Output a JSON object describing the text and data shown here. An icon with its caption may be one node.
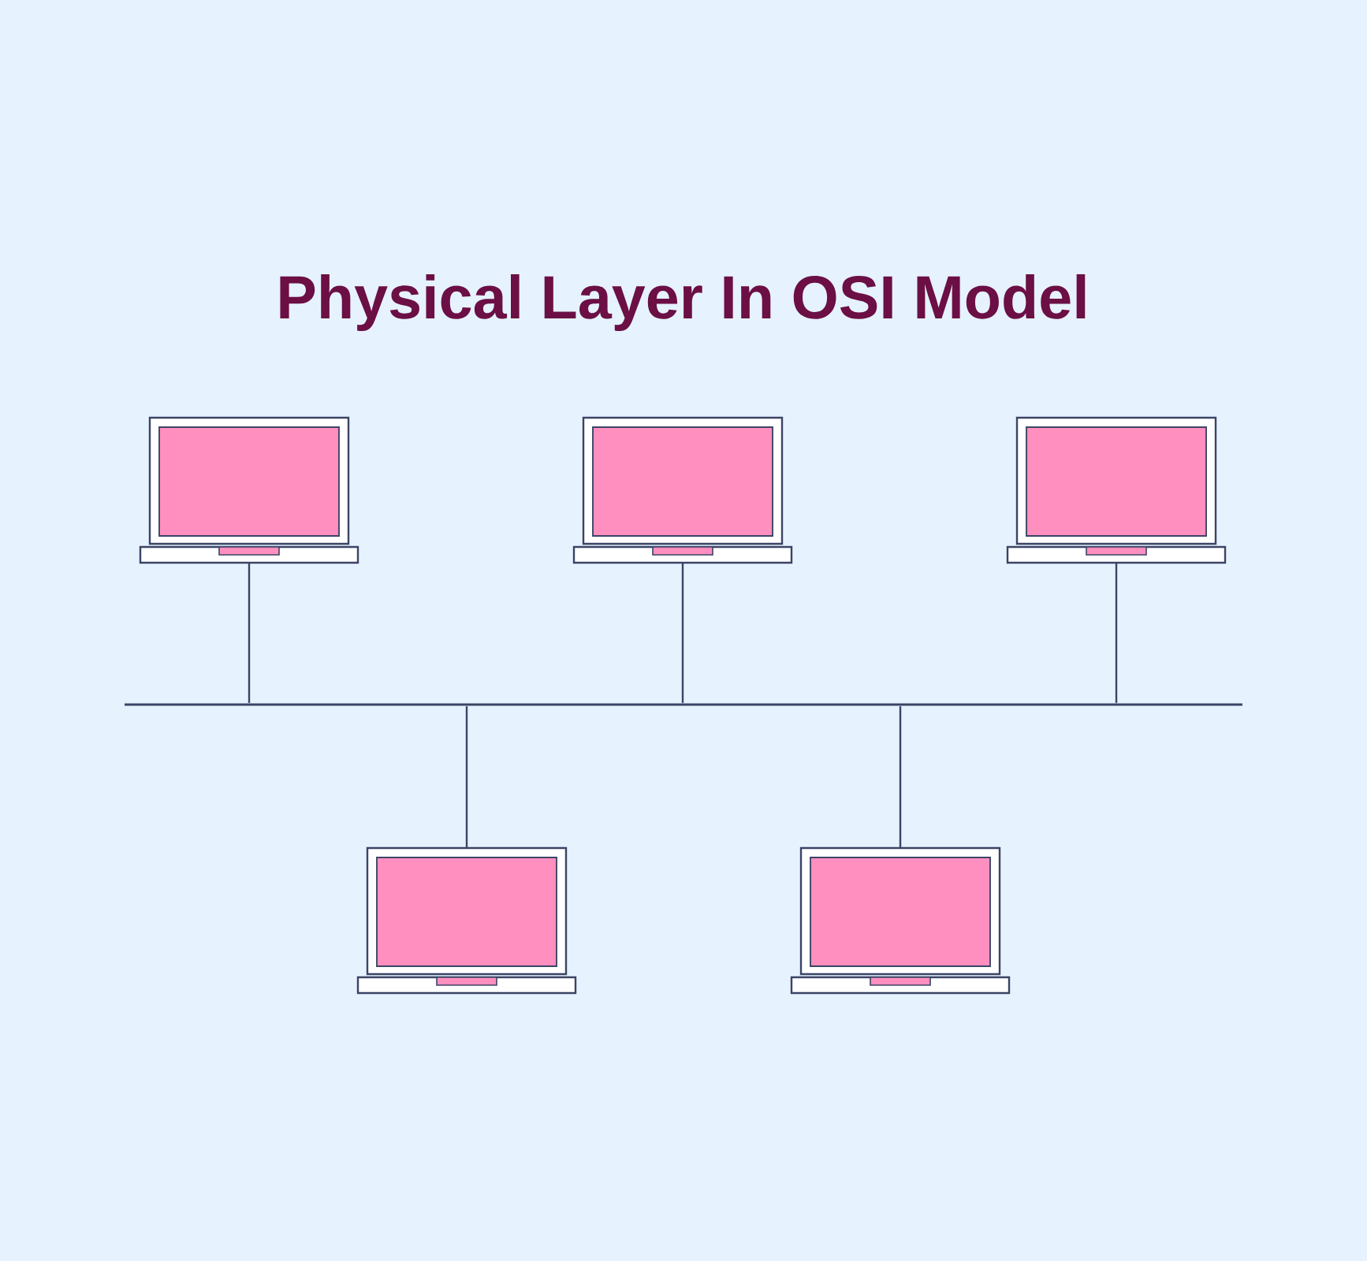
{
  "diagram": {
    "title": "Physical Layer In OSI Model",
    "nodes": [
      {
        "text": [],
        "shape": "picture"
      },
      {
        "text": [],
        "shape": "picture"
      },
      {
        "text": [],
        "shape": "picture"
      },
      {
        "text": [],
        "shape": "bar"
      },
      {
        "text": [],
        "shape": "picture"
      },
      {
        "text": [],
        "shape": "picture"
      }
    ],
    "edges": [
      {
        "from": 0,
        "to": 3,
        "arrow": "none"
      },
      {
        "from": 1,
        "to": 3,
        "arrow": "none"
      },
      {
        "from": 2,
        "to": 3,
        "arrow": "none"
      },
      {
        "from": 4,
        "to": 3,
        "arrow": "none"
      },
      {
        "from": 5,
        "to": 3,
        "arrow": "none"
      }
    ]
  }
}
